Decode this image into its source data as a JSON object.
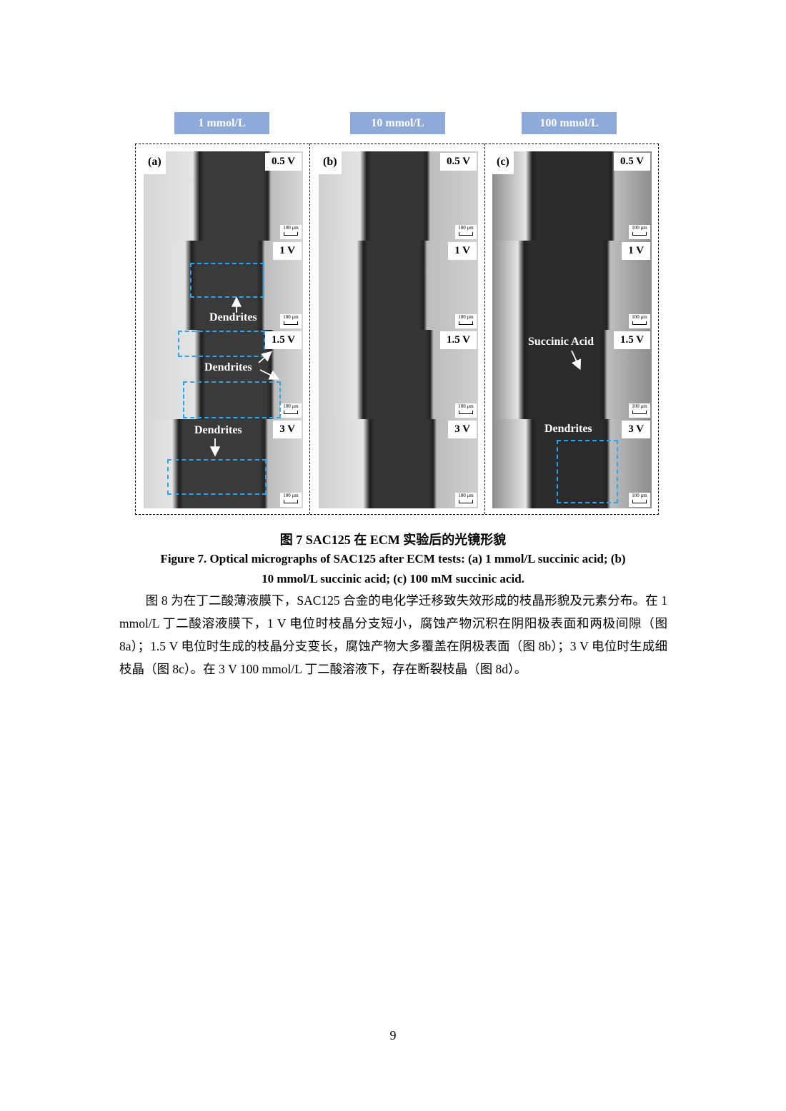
{
  "figure": {
    "columns": [
      {
        "header": "1 mmol/L",
        "letter": "(a)"
      },
      {
        "header": "10 mmol/L",
        "letter": "(b)"
      },
      {
        "header": "100 mmol/L",
        "letter": "(c)"
      }
    ],
    "voltages": [
      "0.5 V",
      "1 V",
      "1.5 V",
      "3 V"
    ],
    "scale_bar": "100 μm",
    "annotations": {
      "a_1v": "Dendrites",
      "a_15v": "Dendrites",
      "a_3v": "Dendrites",
      "c_15v": "Succinic Acid",
      "c_3v": "Dendrites"
    },
    "annotation_color": "#2aa6ee",
    "header_color": "#8eaadb"
  },
  "caption": {
    "cn": "图 7 SAC125 在 ECM 实验后的光镜形貌",
    "en_line1": "Figure 7. Optical micrographs of SAC125 after ECM tests: (a) 1 mmol/L succinic acid; (b)",
    "en_line2": "10 mmol/L succinic acid; (c) 100 mM succinic acid."
  },
  "paragraph": "图 8 为在丁二酸薄液膜下，SAC125 合金的电化学迁移致失效形成的枝晶形貌及元素分布。在 1 mmol/L 丁二酸溶液膜下，1 V 电位时枝晶分支短小，腐蚀产物沉积在阴阳极表面和两极间隙（图 8a）；1.5 V 电位时生成的枝晶分支变长，腐蚀产物大多覆盖在阴极表面（图 8b）；3 V 电位时生成细枝晶（图 8c）。在 3 V 100 mmol/L 丁二酸溶液下，存在断裂枝晶（图 8d）。",
  "page_number": "9"
}
